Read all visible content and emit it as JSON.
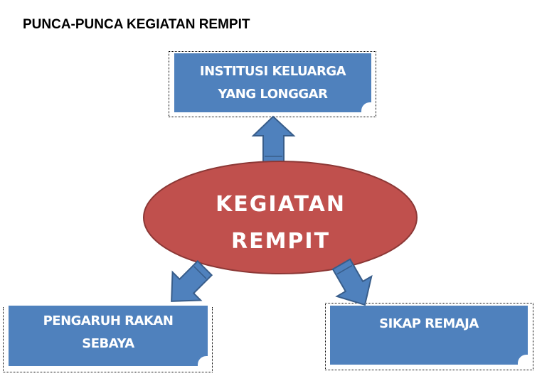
{
  "title": "PUNCA-PUNCA KEGIATAN REMPIT",
  "center": {
    "label_line1": "KEGIATAN",
    "label_line2": "REMPIT",
    "fill_color": "#c0504d",
    "border_color": "#8c3836"
  },
  "nodes": [
    {
      "id": "top",
      "line1": "INSTITUSI KELUARGA",
      "line2": "YANG LONGGAR"
    },
    {
      "id": "bottom-left",
      "line1": "PENGARUH RAKAN",
      "line2": "SEBAYA"
    },
    {
      "id": "bottom-right",
      "line1": "SIKAP REMAJA",
      "line2": ""
    }
  ],
  "colors": {
    "box_fill": "#4f81bd",
    "arrow_fill": "#4f81bd",
    "arrow_border": "#385d8a",
    "text_on_shape": "#ffffff"
  },
  "arrows": [
    {
      "from": "center",
      "to": "top",
      "direction": "up"
    },
    {
      "from": "center",
      "to": "bottom-left",
      "direction": "down-left"
    },
    {
      "from": "center",
      "to": "bottom-right",
      "direction": "down-right"
    }
  ]
}
